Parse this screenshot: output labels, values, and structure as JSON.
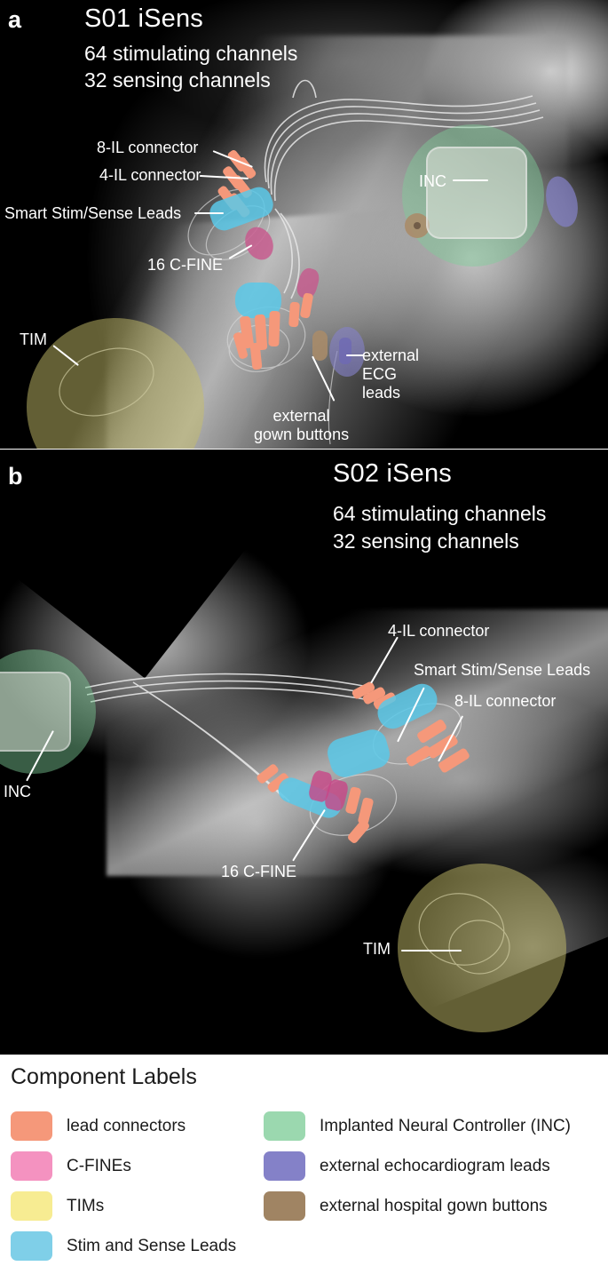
{
  "figure": {
    "panels": [
      {
        "letter": "a",
        "title": "S01 iSens",
        "sub_line1": "64 stimulating channels",
        "sub_line2": "32 sensing channels",
        "callouts": [
          {
            "id": "8il",
            "text": "8-IL connector"
          },
          {
            "id": "4il",
            "text": "4-IL connector"
          },
          {
            "id": "smart",
            "text": "Smart Stim/Sense Leads"
          },
          {
            "id": "cfine",
            "text": "16 C-FINE"
          },
          {
            "id": "inc",
            "text": "INC"
          },
          {
            "id": "tim",
            "text": "TIM"
          },
          {
            "id": "ecg",
            "text": "external\nECG\nleads"
          },
          {
            "id": "gown",
            "text": "external\ngown buttons"
          }
        ]
      },
      {
        "letter": "b",
        "title": "S02 iSens",
        "sub_line1": "64 stimulating channels",
        "sub_line2": "32 sensing channels",
        "callouts": [
          {
            "id": "4il",
            "text": "4-IL connector"
          },
          {
            "id": "smart",
            "text": "Smart Stim/Sense Leads"
          },
          {
            "id": "8il",
            "text": "8-IL connector"
          },
          {
            "id": "cfine",
            "text": "16 C-FINE"
          },
          {
            "id": "inc",
            "text": "INC"
          },
          {
            "id": "tim",
            "text": "TIM"
          }
        ]
      }
    ]
  },
  "legend": {
    "title": "Component Labels",
    "left_items": [
      {
        "label": "lead connectors",
        "color": "#F5987A"
      },
      {
        "label": "C-FINEs",
        "color": "#F492C0"
      },
      {
        "label": "TIMs",
        "color": "#F7EC92"
      },
      {
        "label": "Stim and Sense Leads",
        "color": "#7FCFE8"
      }
    ],
    "right_items": [
      {
        "label": "Implanted Neural Controller (INC)",
        "color": "#9BD8AF"
      },
      {
        "label": "external echocardiogram leads",
        "color": "#8481C8"
      },
      {
        "label": "external hospital gown buttons",
        "color": "#A08463"
      }
    ]
  },
  "colors": {
    "lead_connector": "#F5987A",
    "cfine": "#D8609A",
    "tim": "#C6BE6A",
    "stim_sense": "#7FCFE8",
    "inc": "#9BD8AF",
    "ecg": "#8481C8",
    "gown": "#A08463",
    "background": "#000000",
    "legend_background": "#FFFFFF",
    "text_light": "#FFFFFF",
    "text_dark": "#1B1B1B"
  }
}
